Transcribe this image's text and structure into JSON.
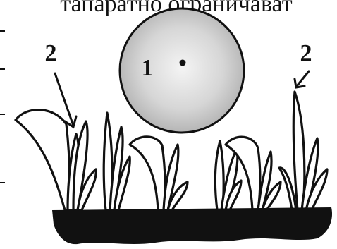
{
  "header_text": "тапаратно ограничават",
  "labels": {
    "sphere": "1",
    "plant_left": "2",
    "plant_right": "2"
  },
  "colors": {
    "ink": "#111111",
    "ground": "#111111",
    "sphere_fill_center": "#f4f4f4",
    "sphere_fill_edge": "#b4b4b4"
  }
}
